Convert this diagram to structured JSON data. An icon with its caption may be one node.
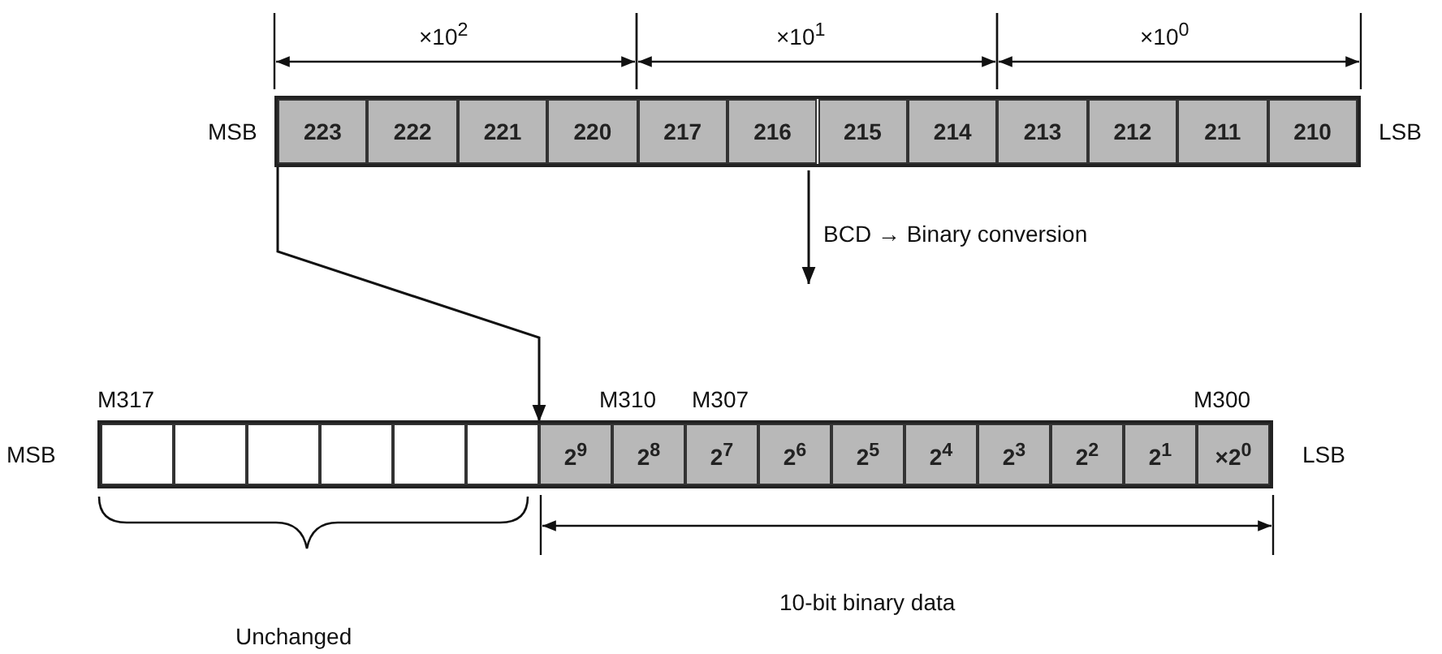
{
  "diagram": {
    "nodes": [
      {
        "text": [],
        "shape": "box"
      },
      {
        "text": [
          "223"
        ],
        "in": 0
      },
      {
        "text": [
          "222"
        ],
        "in": 0
      },
      {
        "text": [
          "221"
        ],
        "in": 0
      },
      {
        "text": [
          "220"
        ],
        "in": 0
      },
      {
        "text": [
          "217"
        ],
        "in": 0
      },
      {
        "text": [
          "216"
        ],
        "in": 0
      },
      {
        "text": [
          "215"
        ],
        "in": 0
      },
      {
        "text": [
          "214"
        ],
        "in": 0
      },
      {
        "text": [
          "213"
        ],
        "in": 0
      },
      {
        "text": [
          "212"
        ],
        "in": 0
      },
      {
        "text": [
          "211"
        ],
        "in": 0
      },
      {
        "text": [
          "210"
        ],
        "in": 0
      },
      {
        "text": [],
        "shape": "box"
      },
      {
        "text": [],
        "shape": "box",
        "in": 13
      },
      {
        "text": [],
        "shape": "box",
        "in": 13
      },
      {
        "text": [],
        "shape": "box",
        "in": 13
      },
      {
        "text": [],
        "shape": "box",
        "in": 13
      },
      {
        "text": [],
        "shape": "box",
        "in": 13
      },
      {
        "text": [],
        "shape": "box",
        "in": 13
      },
      {
        "text": [
          "2$^{9}$"
        ],
        "in": 13
      },
      {
        "text": [
          "2$^{8}$"
        ],
        "in": 13
      },
      {
        "text": [
          "2$^{7}$"
        ],
        "in": 13
      },
      {
        "text": [
          "2$^{6}$"
        ],
        "in": 13
      },
      {
        "text": [
          "2$^{5}$"
        ],
        "in": 13
      },
      {
        "text": [
          "2$^{4}$"
        ],
        "in": 13
      },
      {
        "text": [
          "2$^{3}$"
        ],
        "in": 13
      },
      {
        "text": [
          "2$^{2}$"
        ],
        "in": 13
      },
      {
        "text": [
          "2$^{1}$"
        ],
        "in": 13
      },
      {
        "text": [
          "×2$^{0}$"
        ],
        "in": 13
      }
    ],
    "edges": [
      {
        "from": 1,
        "to": 20,
        "arrow": "to"
      },
      {
        "from": 0,
        "to": null,
        "arrow": "to",
        "label": "BCD → Binary conversion"
      }
    ],
    "labels": [
      "×10$^{2}$",
      "×10$^{1}$",
      "×10$^{0}$",
      "MSB",
      "LSB",
      "M317",
      "M310",
      "M307",
      "M300",
      "MSB",
      "LSB",
      "10-bit binary data",
      "Unchanged"
    ]
  }
}
